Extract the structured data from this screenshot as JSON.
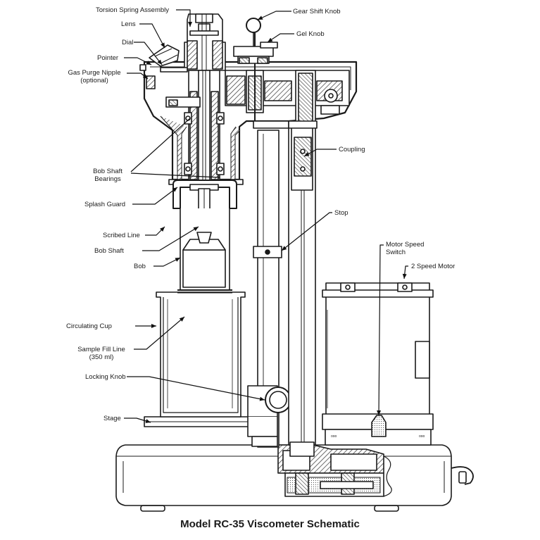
{
  "title": "Model RC-35 Viscometer Schematic",
  "labels": {
    "torsion_spring_assembly": "Torsion Spring Assembly",
    "lens": "Lens",
    "dial": "Dial",
    "pointer": "Pointer",
    "gas_purge_nipple": "Gas Purge Nipple",
    "gas_purge_optional": "(optional)",
    "gear_shift_knob": "Gear Shift Knob",
    "gel_knob": "Gel Knob",
    "coupling": "Coupling",
    "bob_shaft_bearings_1": "Bob Shaft",
    "bob_shaft_bearings_2": "Bearings",
    "splash_guard": "Splash Guard",
    "stop": "Stop",
    "scribed_line": "Scribed Line",
    "bob_shaft": "Bob Shaft",
    "bob": "Bob",
    "motor_speed_switch_1": "Motor Speed",
    "motor_speed_switch_2": "Switch",
    "two_speed_motor": "2 Speed Motor",
    "circulating_cup": "Circulating Cup",
    "sample_fill_line_1": "Sample Fill Line",
    "sample_fill_line_2": "(350 ml)",
    "locking_knob": "Locking Knob",
    "stage": "Stage"
  }
}
